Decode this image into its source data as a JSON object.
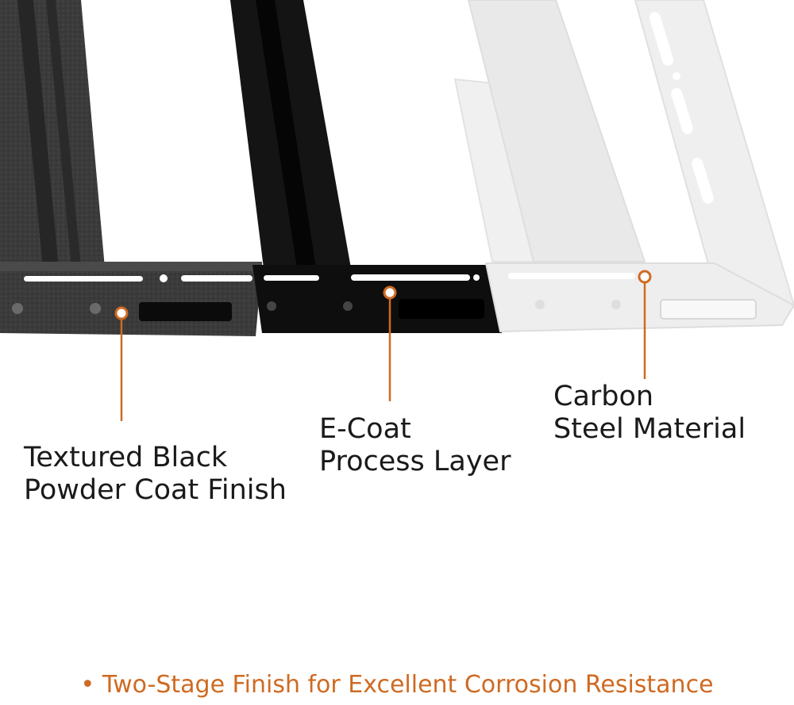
{
  "colors": {
    "accent": "#cf6a22",
    "powder_coat": "#3a3a3a",
    "e_coat": "#111111",
    "bare_steel": "#ededed",
    "text": "#1a1a1a"
  },
  "callouts": [
    {
      "lines": [
        "Textured Black",
        "Powder Coat Finish"
      ]
    },
    {
      "lines": [
        "E-Coat",
        "Process Layer"
      ]
    },
    {
      "lines": [
        "Carbon",
        "Steel Material"
      ]
    }
  ],
  "footer": {
    "bullet": "•",
    "text": "Two-Stage Finish for Excellent Corrosion Resistance"
  }
}
